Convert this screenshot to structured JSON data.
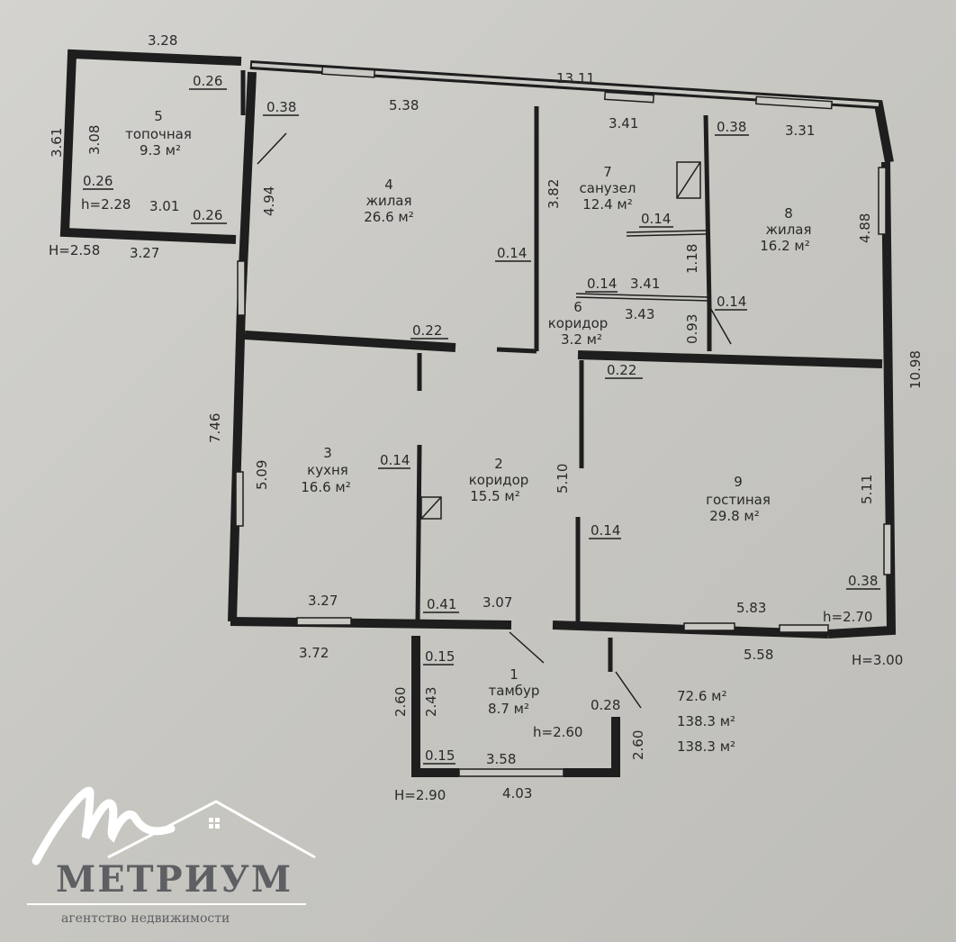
{
  "rooms": [
    {
      "num": "1",
      "name": "тамбур",
      "area": "8.7 м²"
    },
    {
      "num": "2",
      "name": "коридор",
      "area": "15.5 м²"
    },
    {
      "num": "3",
      "name": "кухня",
      "area": "16.6 м²"
    },
    {
      "num": "4",
      "name": "жилая",
      "area": "26.6 м²"
    },
    {
      "num": "5",
      "name": "топочная",
      "area": "9.3 м²"
    },
    {
      "num": "6",
      "name": "коридор",
      "area": "3.2 м²"
    },
    {
      "num": "7",
      "name": "санузел",
      "area": "12.4 м²"
    },
    {
      "num": "8",
      "name": "жилая",
      "area": "16.2 м²"
    },
    {
      "num": "9",
      "name": "гостиная",
      "area": "29.8 м²"
    }
  ],
  "dimensions": [
    "3.28",
    "0.26",
    "0.38",
    "5.38",
    "13.11",
    "3.41",
    "0.38",
    "3.31",
    "3.61",
    "3.08",
    "0.26",
    "h=2.28",
    "3.01",
    "0.26",
    "H=2.58",
    "3.27",
    "4.94",
    "3.82",
    "0.14",
    "0.14",
    "1.18",
    "4.88",
    "0.14",
    "3.41",
    "3.43",
    "0.14",
    "0.93",
    "0.22",
    "0.22",
    "10.98",
    "7.46",
    "5.09",
    "0.14",
    "5.10",
    "5.11",
    "0.14",
    "0.38",
    "3.27",
    "0.41",
    "3.07",
    "5.83",
    "h=2.70",
    "3.72",
    "5.58",
    "H=3.00",
    "2.60",
    "2.43",
    "0.15",
    "0.28",
    "h=2.60",
    "2.60",
    "0.15",
    "3.58",
    "H=2.90",
    "4.03"
  ],
  "totals": [
    "72.6  м²",
    "138.3 м²",
    "138.3 м²"
  ],
  "logo": {
    "name": "МЕТРИУМ",
    "tagline": "агентство недвижимости"
  }
}
